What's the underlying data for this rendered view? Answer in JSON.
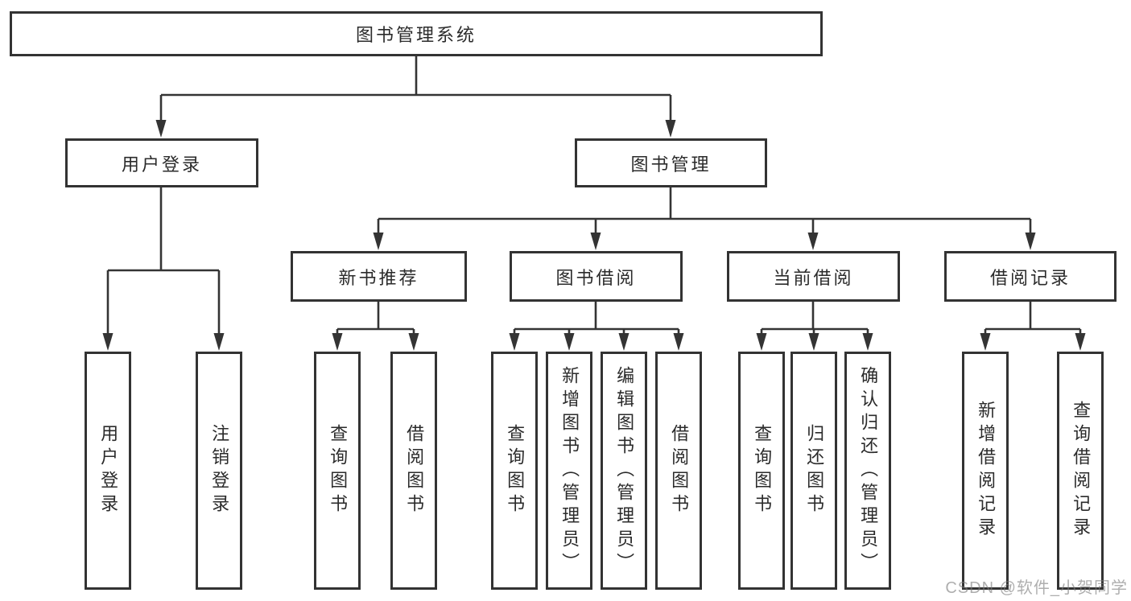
{
  "tree": {
    "label": "图书管理系统",
    "children": [
      {
        "label": "用户登录",
        "children": [
          {
            "label": "用户登录"
          },
          {
            "label": "注销登录"
          }
        ]
      },
      {
        "label": "图书管理",
        "children": [
          {
            "label": "新书推荐",
            "children": [
              {
                "label": "查询图书"
              },
              {
                "label": "借阅图书"
              }
            ]
          },
          {
            "label": "图书借阅",
            "children": [
              {
                "label": "查询图书"
              },
              {
                "label": "新增图书（管理员）"
              },
              {
                "label": "编辑图书（管理员）"
              },
              {
                "label": "借阅图书"
              }
            ]
          },
          {
            "label": "当前借阅",
            "children": [
              {
                "label": "查询图书"
              },
              {
                "label": "归还图书"
              },
              {
                "label": "确认归还（管理员）"
              }
            ]
          },
          {
            "label": "借阅记录",
            "children": [
              {
                "label": "新增借阅记录"
              },
              {
                "label": "查询借阅记录"
              }
            ]
          }
        ]
      }
    ]
  },
  "watermark": {
    "text": "CSDN @软件_小贺同学"
  },
  "colors": {
    "line": "#343434",
    "box_border": "#333333",
    "text": "#2b2b2b",
    "box_background": "#ffffff",
    "watermark": "#7d7d7d"
  }
}
